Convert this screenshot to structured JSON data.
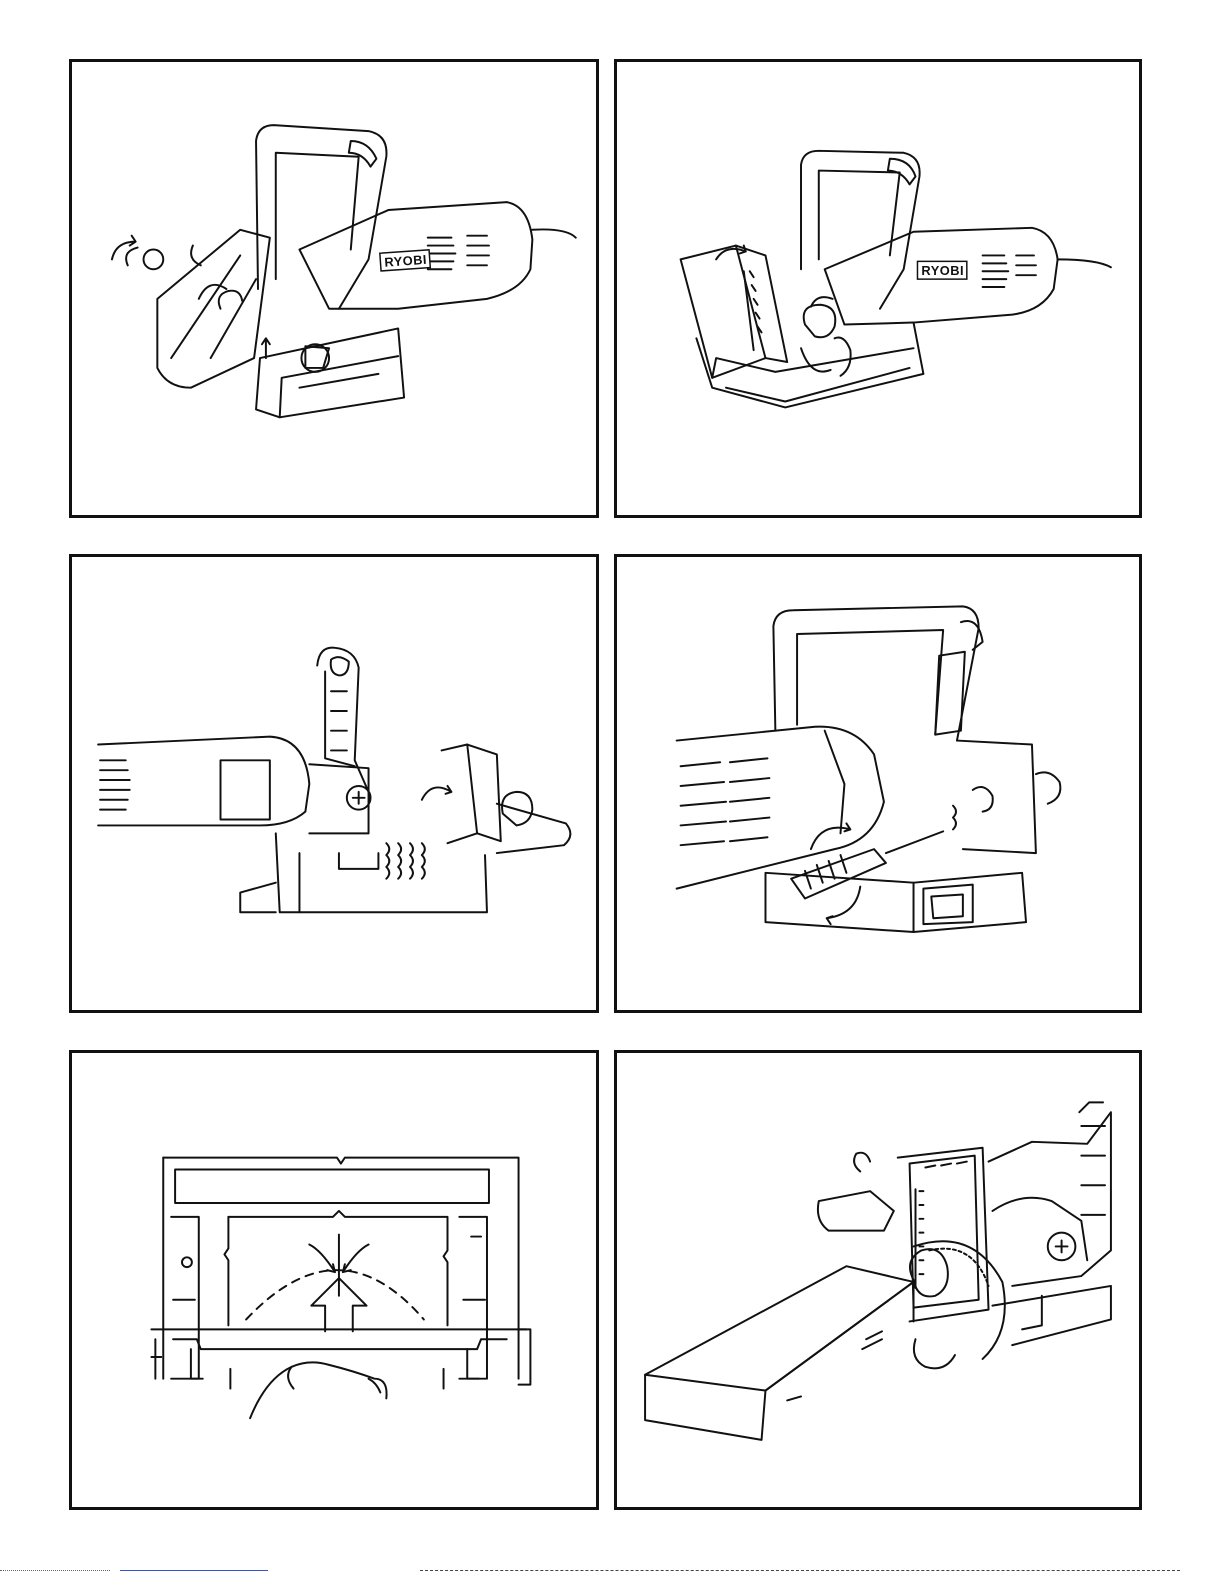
{
  "panels": [
    {
      "id": "p1",
      "brand_label": "RYOBI"
    },
    {
      "id": "p2",
      "brand_label": "RYOBI"
    },
    {
      "id": "p3",
      "brand_label": ""
    },
    {
      "id": "p4",
      "brand_label": ""
    },
    {
      "id": "p5",
      "brand_label": ""
    },
    {
      "id": "p6",
      "brand_label": ""
    }
  ],
  "colors": {
    "line": "#111111",
    "background": "#ffffff"
  }
}
